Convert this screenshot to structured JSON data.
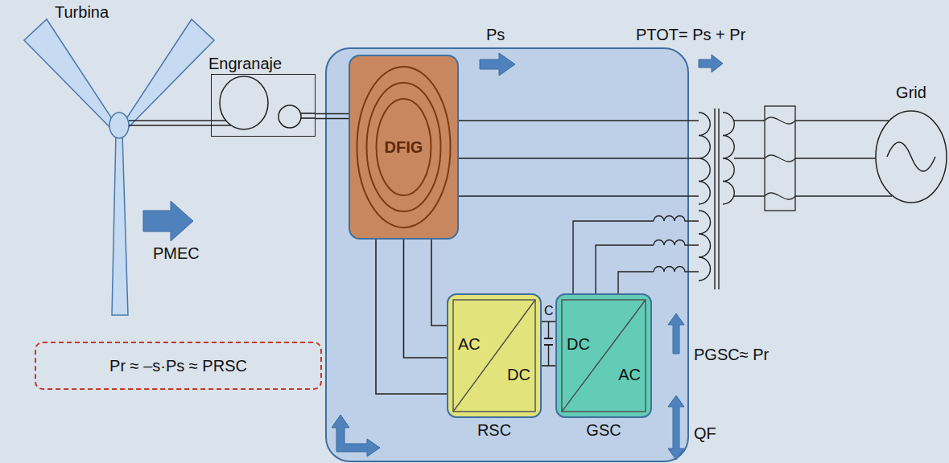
{
  "diagram": {
    "nodes": [
      {
        "text": [
          "Engranaje"
        ]
      },
      {
        "text": [
          "DFIG"
        ]
      },
      {
        "text": [
          "Grid"
        ]
      },
      {
        "text": [
          "Pr ≈ –s·Ps ≈ PRSC"
        ]
      },
      {
        "text": [
          "AC",
          "DC",
          "RSC"
        ]
      },
      {
        "text": [
          "DC",
          "AC",
          "GSC"
        ]
      }
    ],
    "edges": [
      {
        "from": 0,
        "to": 1,
        "arrow": "none"
      },
      {
        "from": 1,
        "to": 4,
        "arrow": "none"
      },
      {
        "from": 4,
        "to": 5,
        "arrow": "none"
      }
    ],
    "labels": [
      "Turbina",
      "PMEC",
      "Ps",
      "PTOT= Ps + Pr",
      "C",
      "PGSC≈ Pr",
      "QF"
    ]
  }
}
